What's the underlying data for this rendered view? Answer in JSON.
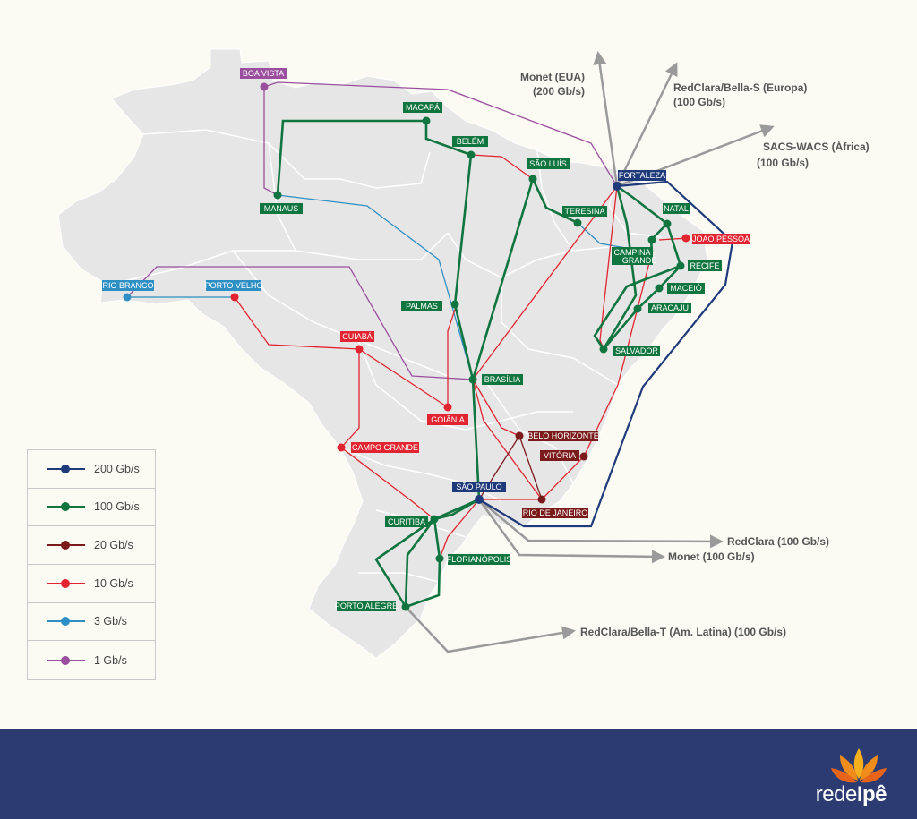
{
  "colors": {
    "c200": "#1f3a7a",
    "c100": "#10753f",
    "c20": "#7a1a1a",
    "c10": "#e1242f",
    "c3": "#2e8fc4",
    "c1": "#9a4f9e",
    "intl": "#9a9a9a",
    "land": "#e6e6e6",
    "footer": "#2c3b72"
  },
  "legend": [
    {
      "label": "200 Gb/s",
      "color": "#1f3a7a"
    },
    {
      "label": "100 Gb/s",
      "color": "#10753f"
    },
    {
      "label": "20 Gb/s",
      "color": "#7a1a1a"
    },
    {
      "label": "10 Gb/s",
      "color": "#e1242f"
    },
    {
      "label": "3 Gb/s",
      "color": "#2e8fc4"
    },
    {
      "label": "1 Gb/s",
      "color": "#9a4f9e"
    }
  ],
  "cities": {
    "boa_vista": "BOA VISTA",
    "macapa": "MACAPÁ",
    "belem": "BELÉM",
    "manaus": "MANAUS",
    "sao_luis": "SÃO LUÍS",
    "fortaleza": "FORTALEZA",
    "teresina": "TERESINA",
    "natal": "NATAL",
    "joao_pessoa": "JOÃO PESSOA",
    "campina_grande_1": "CAMPINA",
    "campina_grande_2": "GRANDE",
    "recife": "RECIFE",
    "maceio": "MACEIÓ",
    "aracaju": "ARACAJU",
    "salvador": "SALVADOR",
    "rio_branco": "RIO BRANCO",
    "porto_velho": "PORTO VELHO",
    "palmas": "PALMAS",
    "cuiaba": "CUIABÁ",
    "brasilia": "BRASÍLIA",
    "goiania": "GOIÂNIA",
    "belo_horizonte": "BELO HORIZONTE",
    "vitoria": "VITÓRIA",
    "campo_grande": "CAMPO GRANDE",
    "sao_paulo": "SÃO PAULO",
    "rio_de_janeiro": "RIO DE JANEIRO",
    "curitiba": "CURITIBA",
    "florianopolis": "FLORIANÓPOLIS",
    "porto_alegre": "PORTO ALEGRE"
  },
  "links": {
    "monet_eua_1": "Monet (EUA)",
    "monet_eua_2": "(200 Gb/s)",
    "redclara_bella_s_1": "RedClara/Bella-S (Europa)",
    "redclara_bella_s_2": "(100 Gb/s)",
    "sacs_wacs_1": "SACS-WACS (África)",
    "sacs_wacs_2": "(100 Gb/s)",
    "redclara_sp": "RedClara (100 Gb/s)",
    "monet_sp": "Monet (100 Gb/s)",
    "redclara_bella_t": "RedClara/Bella-T (Am. Latina) (100 Gb/s)"
  },
  "brand": {
    "part1": "rede",
    "part2": "Ipê"
  }
}
